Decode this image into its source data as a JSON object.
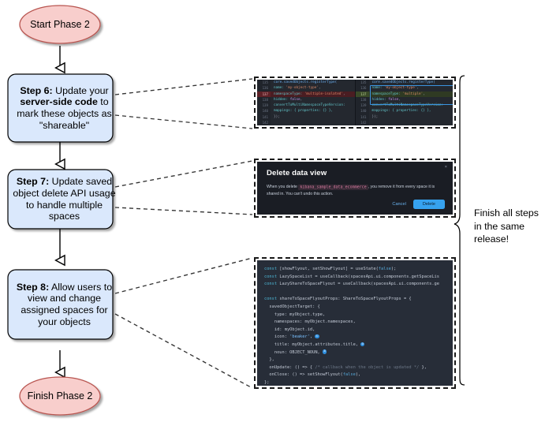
{
  "diagram": {
    "title": "Phase 2 saved object sharing migration flow",
    "colors": {
      "terminator_fill": "#f8cecc",
      "terminator_stroke": "#b85450",
      "step_fill": "#dae8fc",
      "step_stroke": "#6c8ebf",
      "connector": "#000000",
      "accent_blue": "#36a2ef"
    },
    "start_node": {
      "label": "Start Phase 2"
    },
    "end_node": {
      "label": "Finish Phase 2"
    },
    "steps": [
      {
        "id": "step-6",
        "prefix": "Step 6:",
        "text_before": " Update your ",
        "emphasis": "server-side code",
        "text_after": " to mark these objects as \"shareable\""
      },
      {
        "id": "step-7",
        "prefix": "Step 7:",
        "text_before": " Update saved object delete API usage to handle multiple spaces",
        "emphasis": "",
        "text_after": ""
      },
      {
        "id": "step-8",
        "prefix": "Step 8:",
        "text_before": " Allow users to view and change assigned spaces for your objects",
        "emphasis": "",
        "text_after": ""
      }
    ],
    "brace_note": "Finish all steps in the same release!"
  },
  "shot_diff": {
    "name": "server-side-code-diff",
    "left_pane": {
      "lines": [
        {
          "num": "135",
          "tokens": [
            {
              "t": "core.savedObjects.registerType(",
              "c": "k-fn"
            }
          ]
        },
        {
          "num": "136",
          "tokens": [
            {
              "t": "  name: ",
              "c": "k-key"
            },
            {
              "t": "'my-object-type'",
              "c": "k-str"
            },
            {
              "t": ",",
              "c": "k-pun"
            }
          ]
        },
        {
          "num": "137",
          "state": "removed",
          "tokens": [
            {
              "t": "  namespaceType: ",
              "c": "k-key"
            },
            {
              "t": "'multiple-isolated'",
              "c": "k-str"
            },
            {
              "t": ",",
              "c": "k-pun"
            }
          ]
        },
        {
          "num": "138",
          "tokens": [
            {
              "t": "  hidden: ",
              "c": "k-key"
            },
            {
              "t": "false",
              "c": "k-bool"
            },
            {
              "t": ",",
              "c": "k-pun"
            }
          ]
        },
        {
          "num": "139",
          "tokens": [
            {
              "t": "  convertToMultiNamespaceTypeVersion: ",
              "c": "k-key"
            }
          ]
        },
        {
          "num": "140",
          "tokens": [
            {
              "t": "  mappings: { properties: {} },",
              "c": "k-key"
            }
          ]
        },
        {
          "num": "141",
          "tokens": [
            {
              "t": "});",
              "c": "k-pun"
            }
          ]
        },
        {
          "num": "142",
          "tokens": [
            {
              "t": "",
              "c": "k-pun"
            }
          ]
        }
      ]
    },
    "right_pane": {
      "lines": [
        {
          "num": "135",
          "tokens": [
            {
              "t": "core.savedObjects.registerType(",
              "c": "k-fn"
            }
          ]
        },
        {
          "num": "136",
          "tokens": [
            {
              "t": "  name: ",
              "c": "k-key"
            },
            {
              "t": "'my-object-type'",
              "c": "k-str"
            },
            {
              "t": ",",
              "c": "k-pun"
            }
          ]
        },
        {
          "num": "137",
          "state": "added",
          "tokens": [
            {
              "t": "  namespaceType: ",
              "c": "k-key"
            },
            {
              "t": "'multiple'",
              "c": "k-str"
            },
            {
              "t": ",",
              "c": "k-pun"
            }
          ]
        },
        {
          "num": "138",
          "tokens": [
            {
              "t": "  hidden: ",
              "c": "k-key"
            },
            {
              "t": "false",
              "c": "k-bool"
            },
            {
              "t": ",",
              "c": "k-pun"
            }
          ]
        },
        {
          "num": "139",
          "tokens": [
            {
              "t": "  convertToMultiNamespaceTypeVersion: ",
              "c": "k-key"
            }
          ]
        },
        {
          "num": "140",
          "tokens": [
            {
              "t": "  mappings: { properties: {} },",
              "c": "k-key"
            }
          ]
        },
        {
          "num": "141",
          "tokens": [
            {
              "t": "});",
              "c": "k-pun"
            }
          ]
        },
        {
          "num": "142",
          "tokens": [
            {
              "t": "",
              "c": "k-pun"
            }
          ]
        }
      ]
    }
  },
  "shot_modal": {
    "name": "delete-data-view-dialog",
    "title": "Delete data view",
    "close_label": "×",
    "body_before": "When you delete ",
    "body_code": "kibana_sample_data_ecommerce",
    "body_after": ", you remove it from every space it is shared in. You can't undo this action.",
    "cancel_label": "Cancel",
    "delete_label": "Delete"
  },
  "shot_tsx": {
    "name": "share-to-space-flyout-code",
    "lines": [
      [
        {
          "t": "const ",
          "c": "t-kw"
        },
        {
          "t": "[showFlyout, setShowFlyout] = useState(",
          "c": "t-id"
        },
        {
          "t": "false",
          "c": "t-bool"
        },
        {
          "t": ");",
          "c": "t-id"
        }
      ],
      [
        {
          "t": "const ",
          "c": "t-kw"
        },
        {
          "t": "LazySpaceList = useCallback(spacesApi.ui.components.getSpaceLis",
          "c": "t-id"
        }
      ],
      [
        {
          "t": "const ",
          "c": "t-kw"
        },
        {
          "t": "LazyShareToSpaceFlyout = useCallback(spacesApi.ui.components.ge",
          "c": "t-id"
        }
      ],
      [
        {
          "t": "",
          "c": "t-id"
        }
      ],
      [
        {
          "t": "const ",
          "c": "t-kw"
        },
        {
          "t": "shareToSpaceFlyoutProps: ShareToSpaceFlyoutProps = {",
          "c": "t-id"
        }
      ],
      [
        {
          "t": "  savedObjectTarget: {",
          "c": "t-id"
        }
      ],
      [
        {
          "t": "    type: myObject.type,",
          "c": "t-id"
        }
      ],
      [
        {
          "t": "    namespaces: myObject.namespaces,",
          "c": "t-id"
        }
      ],
      [
        {
          "t": "    id: myObject.id,",
          "c": "t-id"
        }
      ],
      [
        {
          "t": "    icon: ",
          "c": "t-id"
        },
        {
          "t": "'beaker'",
          "c": "t-str"
        },
        {
          "t": ", ",
          "c": "t-id"
        },
        {
          "t": "①",
          "c": "cb"
        }
      ],
      [
        {
          "t": "    title: myObject.attributes.title, ",
          "c": "t-id"
        },
        {
          "t": "②",
          "c": "cb"
        }
      ],
      [
        {
          "t": "    noun: OBJECT_NOUN, ",
          "c": "t-id"
        },
        {
          "t": "③",
          "c": "cb"
        }
      ],
      [
        {
          "t": "  },",
          "c": "t-id"
        }
      ],
      [
        {
          "t": "  onUpdate: () => { ",
          "c": "t-id"
        },
        {
          "t": "/* callback when the object is updated */",
          "c": "t-com"
        },
        {
          "t": " },",
          "c": "t-id"
        }
      ],
      [
        {
          "t": "  onClose: () => setShowFlyout(",
          "c": "t-id"
        },
        {
          "t": "false",
          "c": "t-bool"
        },
        {
          "t": "),",
          "c": "t-id"
        }
      ],
      [
        {
          "t": "};",
          "c": "t-id"
        }
      ]
    ]
  }
}
